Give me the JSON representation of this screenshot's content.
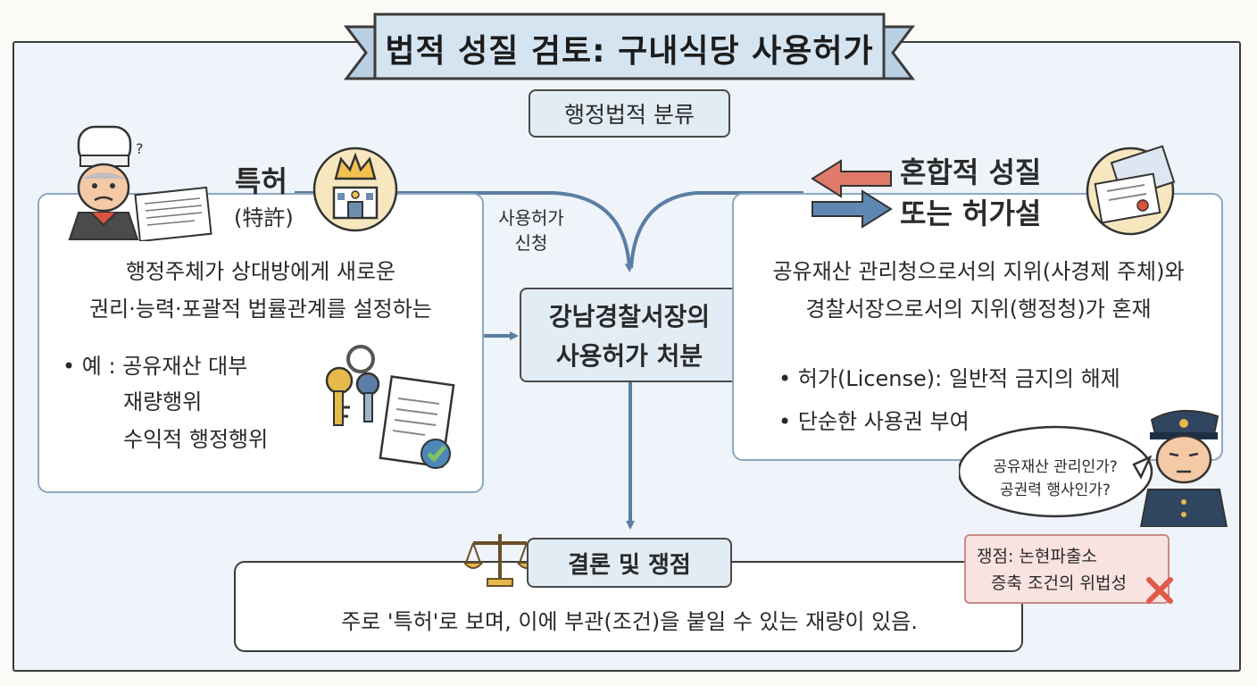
{
  "title": "법적 성질 검토: 구내식당 사용허가",
  "category_label": "행정법적 분류",
  "left": {
    "heading": "특허",
    "heading_hanja": "(特許)",
    "desc_line1": "행정주체가 상대방에게 새로운",
    "desc_line2": "권리·능력·포괄적 법률관계를 설정하는",
    "example_prefix": "• 예 : 공유재산 대부",
    "example_line2": "재량행위",
    "example_line3": "수익적 행정행위"
  },
  "middle": {
    "request_line1": "사용허가",
    "request_line2": "신청",
    "center_line1": "강남경찰서장의",
    "center_line2": "사용허가 처분"
  },
  "right": {
    "heading_line1": "혼합적 성질",
    "heading_line2": "또는 허가설",
    "desc_line1": "공유재산 관리청으로서의 지위(사경제 주체)와",
    "desc_line2": "경찰서장으로서의 지위(행정청)가 혼재",
    "bullet1": "• 허가(License): 일반적 금지의 해제",
    "bullet2": "• 단순한 사용권 부여",
    "bubble_line1": "공유재산 관리인가?",
    "bubble_line2": "공권력 행사인가?"
  },
  "conclusion": {
    "label": "결론 및 쟁점",
    "text": "주로 '특허'로 보며, 이에 부관(조건)을 붙일 수 있는 재량이 있음."
  },
  "issue_note": {
    "line1": "쟁점: 논현파출소",
    "line2": "증축 조건의 위법성"
  },
  "colors": {
    "frame_bg": "#eef4f9",
    "box_border": "#8ca7c2",
    "arrow": "#5b7ea3",
    "pill_bg": "#e2ecf5",
    "note_bg": "#f8e3e0",
    "arrow_red": "#e07a6a",
    "arrow_blue": "#5f87b3"
  },
  "icons": [
    "chef-character",
    "crown-building-icon",
    "keys-icon",
    "document-check-icon",
    "swap-arrows-icon",
    "license-cards-icon",
    "police-officer-character",
    "scales-icon",
    "red-x-icon"
  ]
}
